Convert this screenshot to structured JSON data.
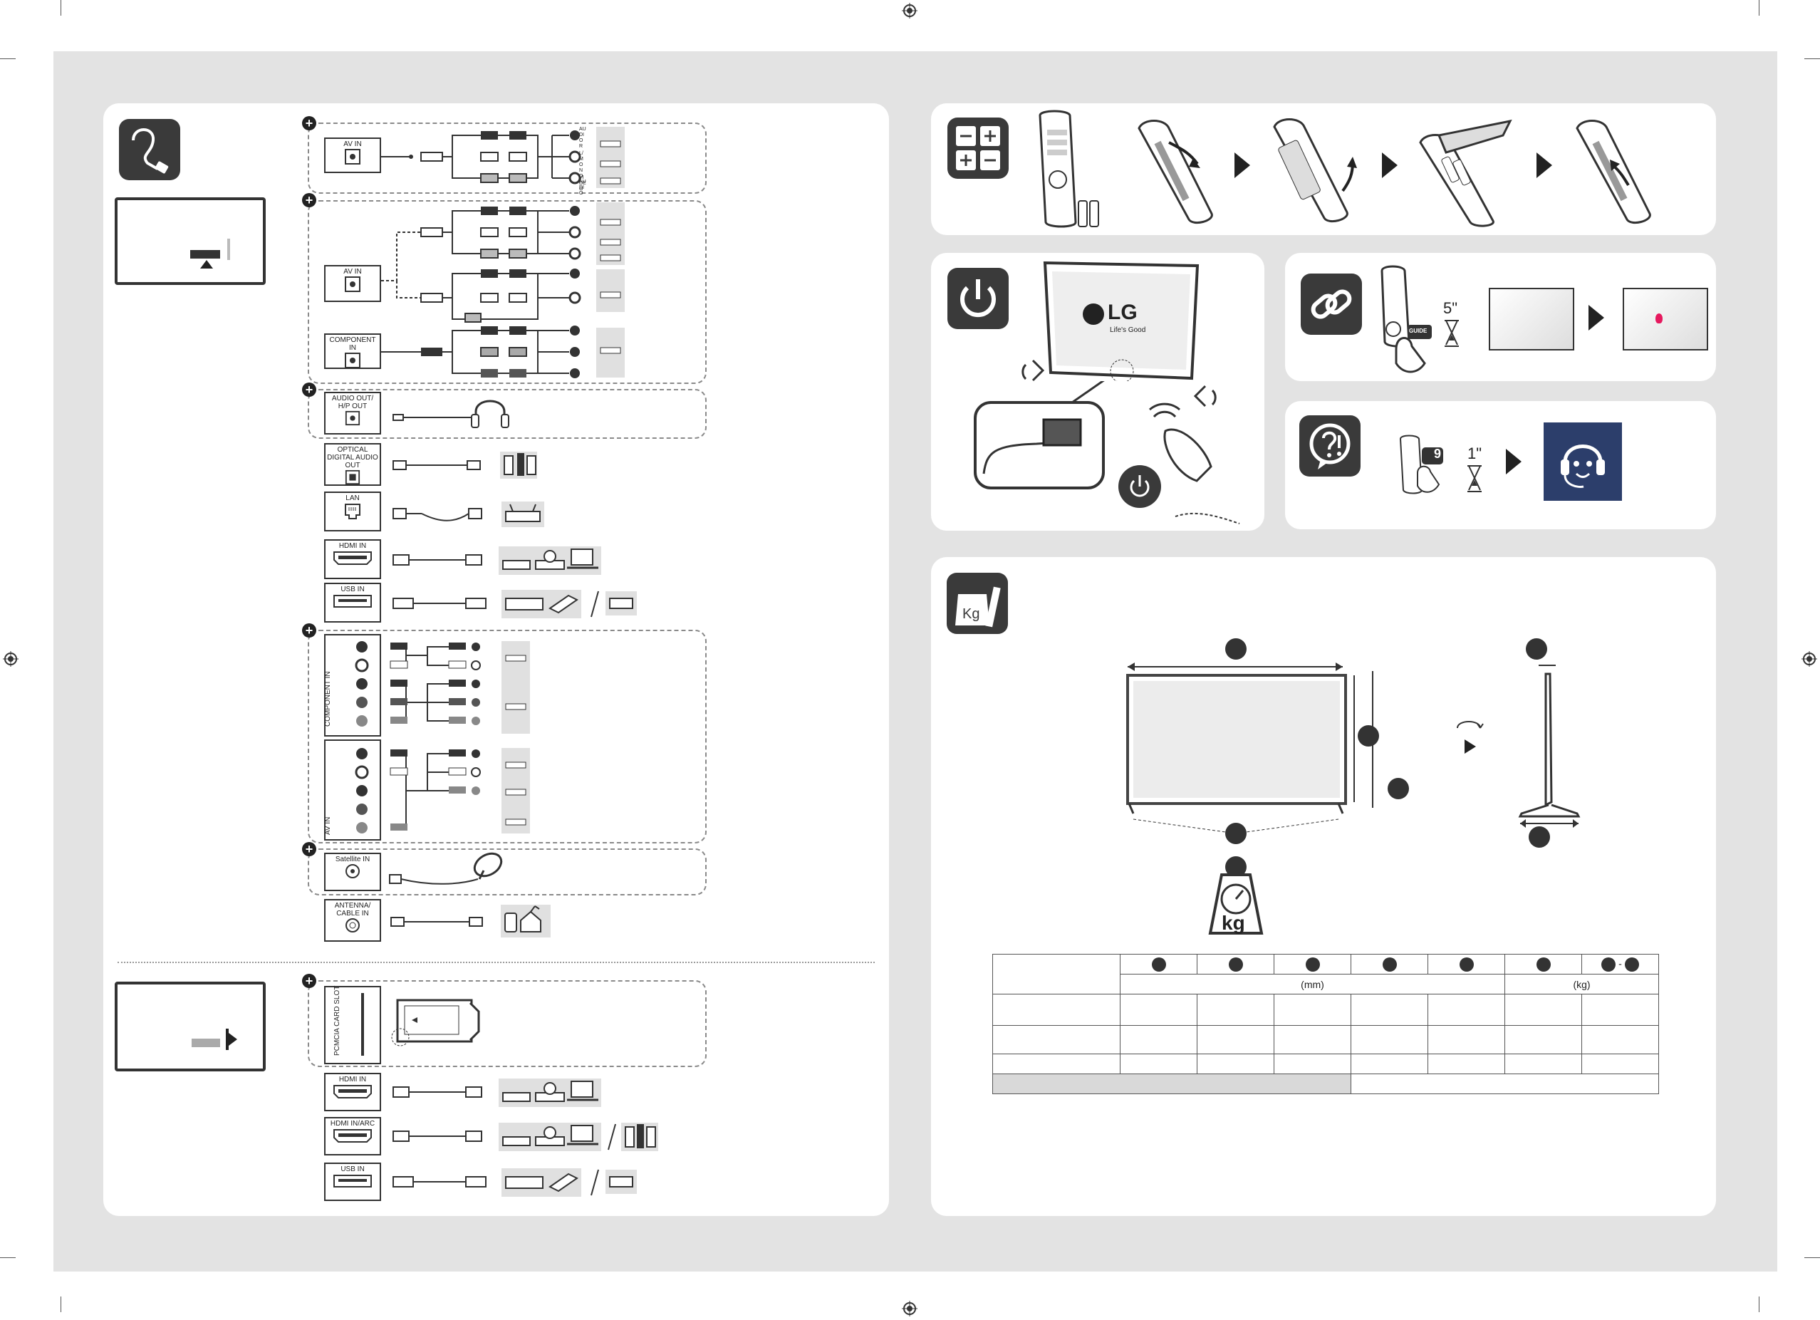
{
  "connections": {
    "av_in": "AV IN",
    "component_in": "COMPONENT IN",
    "audio_out": "AUDIO OUT/ H/P OUT",
    "optical": "OPTICAL DIGITAL AUDIO OUT",
    "lan": "LAN",
    "hdmi_in": "HDMI IN",
    "usb_in": "USB IN",
    "component_in_vertical": "COMPONENT IN",
    "av_in_vertical": "AV IN",
    "satellite_in": "Satellite IN",
    "antenna": "ANTENNA/ CABLE IN",
    "pcmcia": "PCMCIA CARD SLOT",
    "hdmi_in_2": "HDMI IN",
    "hdmi_arc": "HDMI IN/ARC",
    "usb_in_2": "USB IN",
    "jack_audio_r": "AUDIO R",
    "jack_audio_l": "L/MONO AUDIO",
    "jack_video": "VIDEO"
  },
  "power": {
    "logo_text": "LG",
    "tagline": "Life's Good"
  },
  "pairing": {
    "hold_time": "5\"",
    "guide_button": "GUIDE"
  },
  "support": {
    "hold_time": "1\"",
    "key_number": "9"
  },
  "dimensions": {
    "weight_unit": "kg",
    "unit_mm": "(mm)",
    "unit_kg": "(kg)"
  }
}
